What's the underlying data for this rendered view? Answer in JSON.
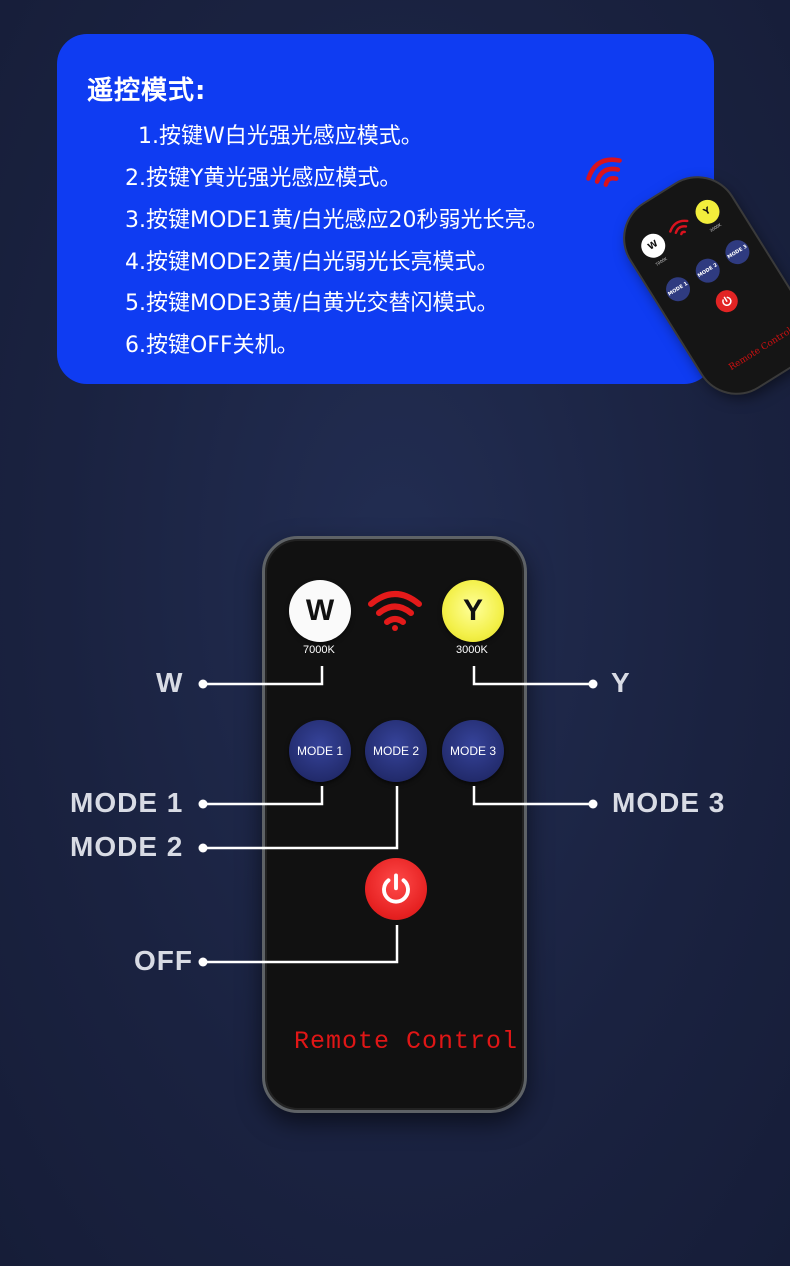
{
  "card": {
    "title": "遥控模式:",
    "lines": [
      "1.按键W白光强光感应模式。",
      "2.按键Y黄光强光感应模式。",
      "3.按键MODE1黄/白光感应20秒弱光长亮。",
      "4.按键MODE2黄/白光弱光长亮模式。",
      "5.按键MODE3黄/白黄光交替闪模式。",
      "6.按键OFF关机。"
    ]
  },
  "small_remote": {
    "w": "W",
    "y": "Y",
    "w_k": "7000K",
    "y_k": "3000K",
    "mode1": "MODE 1",
    "mode2": "MODE 2",
    "mode3": "MODE 3",
    "label": "Remote Control"
  },
  "remote": {
    "w_button": "W",
    "y_button": "Y",
    "w_kelvin": "7000K",
    "y_kelvin": "3000K",
    "mode1": "MODE 1",
    "mode2": "MODE 2",
    "mode3": "MODE 3",
    "label": "Remote Control",
    "signal_icon": "wifi-signal-icon",
    "power_icon": "power-icon"
  },
  "callouts": {
    "w": "W",
    "y": "Y",
    "mode1": "MODE 1",
    "mode2": "MODE 2",
    "mode3": "MODE 3",
    "off": "OFF"
  },
  "colors": {
    "background": "#1b2442",
    "card": "#0f3cf2",
    "signal": "#e41a1a",
    "label_red": "#e01616",
    "mode_button": "#232c6e",
    "y_button": "#f3f04a",
    "off_button": "#e52020"
  }
}
